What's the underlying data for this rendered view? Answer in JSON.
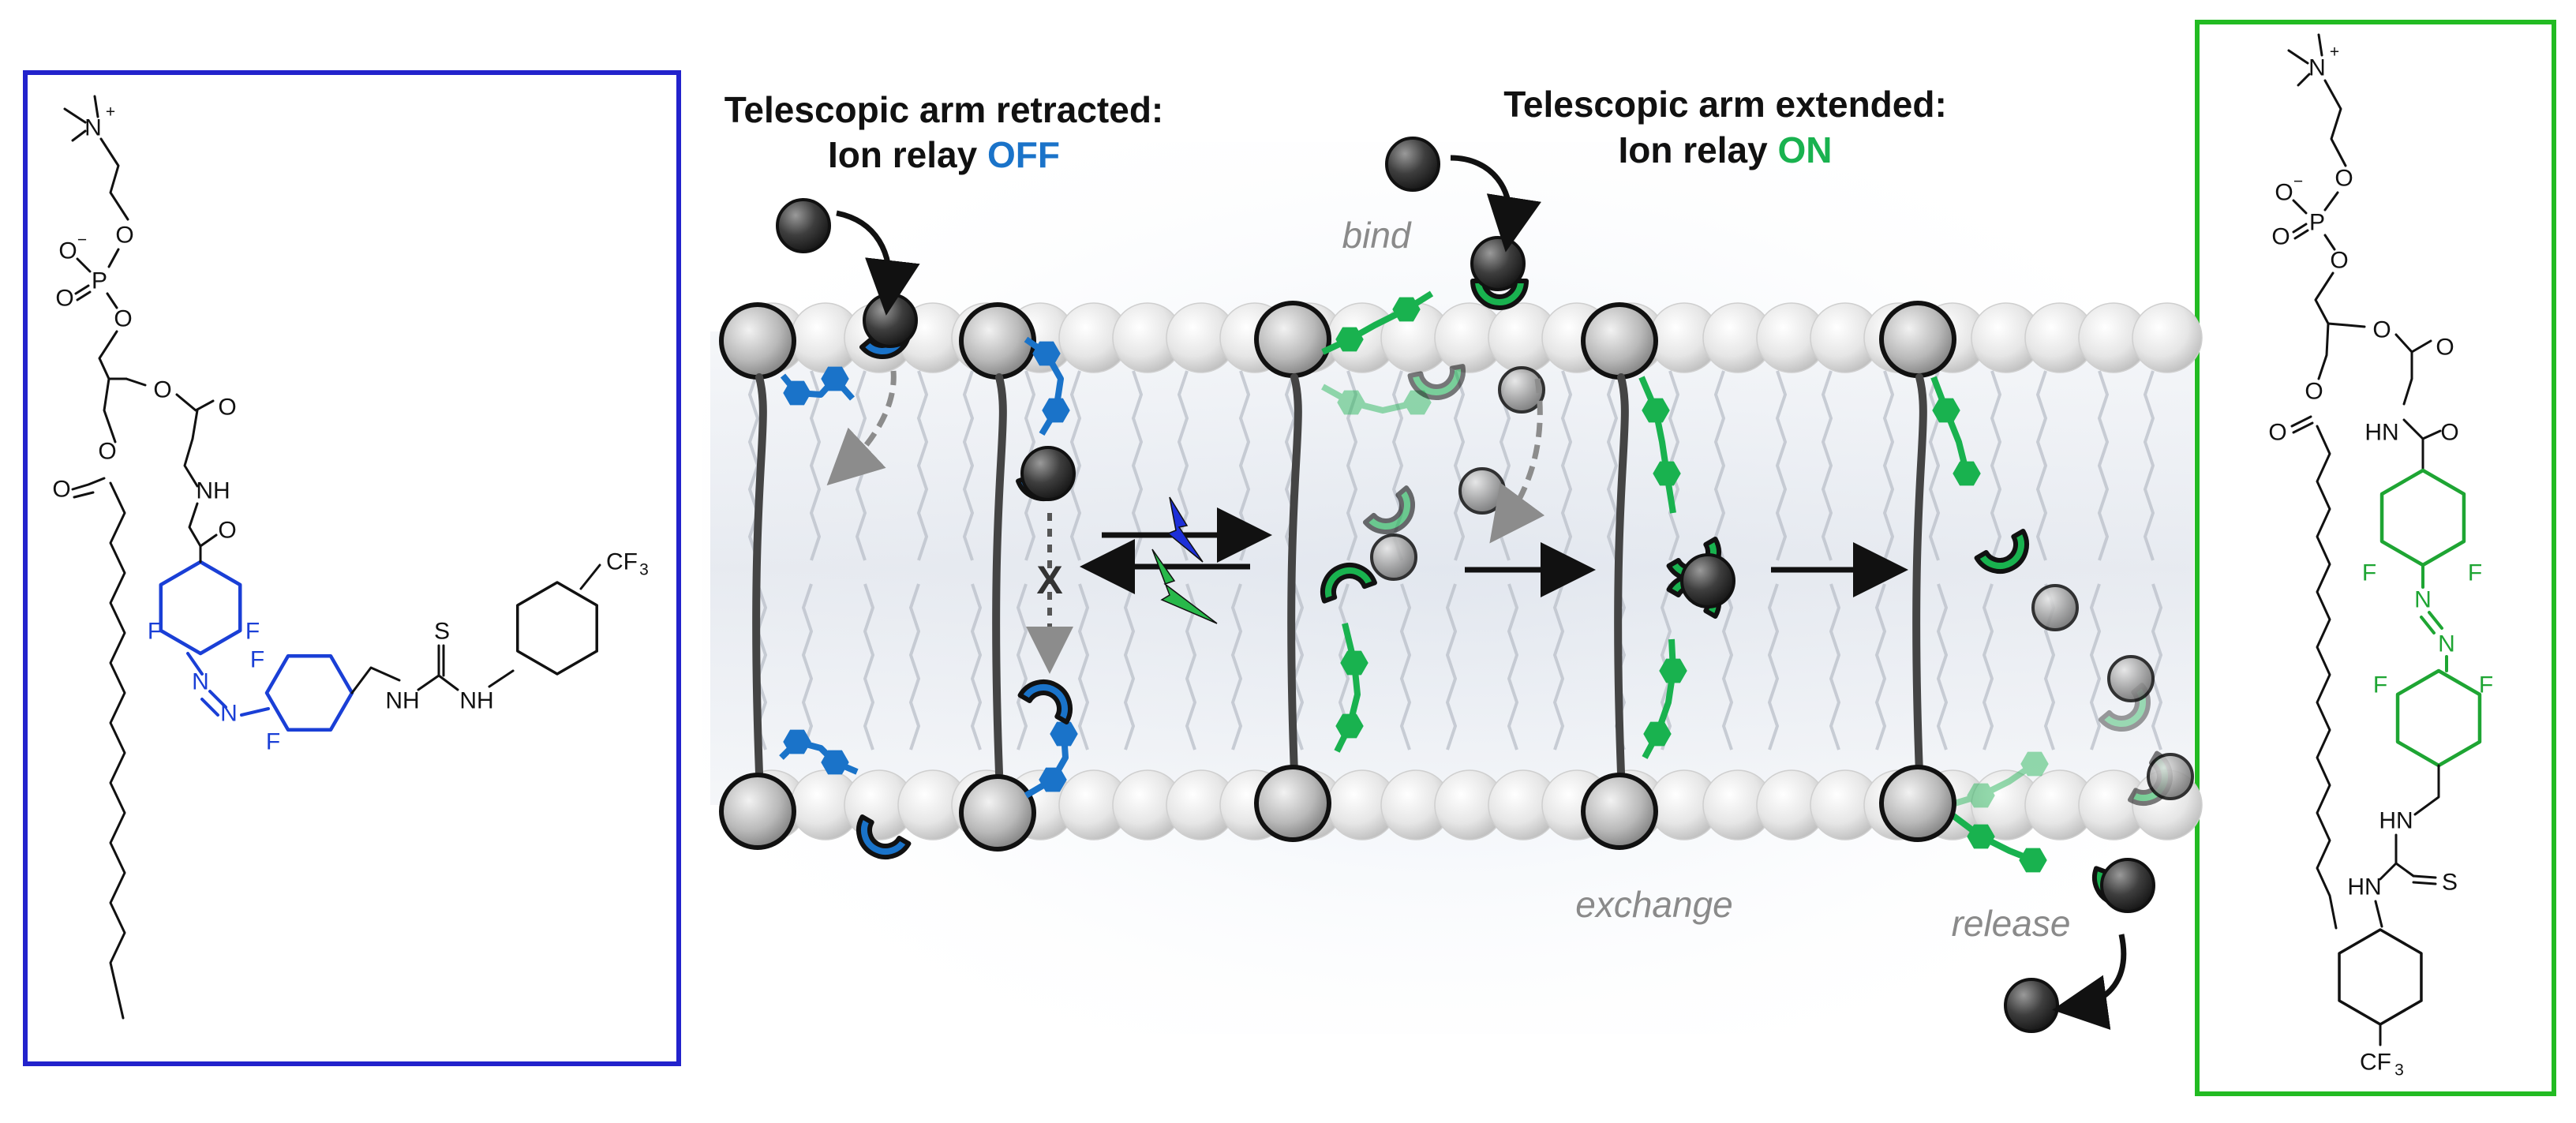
{
  "left_panel": {
    "frame_color": "#2222cc",
    "accent_color": "#1a3fd6",
    "labels": {
      "nme3": "N",
      "plus": "+",
      "o_minus": "O",
      "minus": "−",
      "p": "P",
      "o_dbl": "O",
      "o1": "O",
      "o2": "O",
      "o3": "O",
      "o4": "O",
      "o5": "O",
      "nh": "NH",
      "o_amide": "O",
      "f1": "F",
      "f2": "F",
      "f3": "F",
      "f4": "F",
      "n1": "N",
      "n2": "N",
      "nh_a": "NH",
      "nh_b": "NH",
      "s": "S",
      "cf3": "CF",
      "cf3_sub": "3"
    }
  },
  "right_panel": {
    "frame_color": "#22bb22",
    "accent_color": "#1ea533",
    "labels": {
      "nme3": "N",
      "plus": "+",
      "o_minus": "O",
      "minus": "−",
      "p": "P",
      "o_dbl": "O",
      "o1": "O",
      "o2": "O",
      "o3": "O",
      "o4": "O",
      "o5": "O",
      "hn": "HN",
      "o_amide": "O",
      "f1": "F",
      "f2": "F",
      "f3": "F",
      "f4": "F",
      "n1": "N",
      "n2": "N",
      "hn_a": "HN",
      "s": "S",
      "hn_b": "HN",
      "cf3": "CF",
      "cf3_sub": "3"
    }
  },
  "center": {
    "header_off_line1": "Telescopic arm retracted:",
    "header_off_line2_prefix": "Ion relay ",
    "header_off_state": "OFF",
    "header_on_line1": "Telescopic arm extended:",
    "header_on_line2_prefix": "Ion relay ",
    "header_on_state": "ON",
    "label_bind": "bind",
    "label_exchange": "exchange",
    "label_release": "release",
    "blocked_mark": "X",
    "colors": {
      "off": "#1a73c9",
      "on": "#19b24f",
      "ion": "#3a3a3a",
      "headgroup": "#d9d9d9",
      "light_blue": "#1d2fd8",
      "light_green": "#28b84a"
    }
  }
}
